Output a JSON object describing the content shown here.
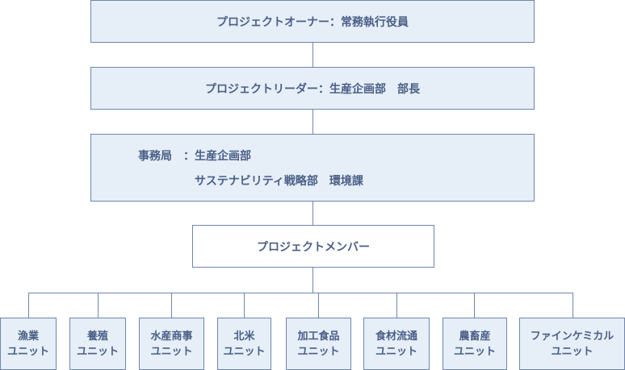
{
  "owner": "プロジェクトオーナー：常務執行役員",
  "leader": "プロジェクトリーダー：生産企画部　部長",
  "secretariat": {
    "line1": "事務局　：生産企画部",
    "line2": "サステナビリティ戦略部　環境課"
  },
  "members": "プロジェクトメンバー",
  "units": [
    {
      "name": "漁業",
      "suffix": "ユニット"
    },
    {
      "name": "養殖",
      "suffix": "ユニット"
    },
    {
      "name": "水産商事",
      "suffix": "ユニット"
    },
    {
      "name": "北米",
      "suffix": "ユニット"
    },
    {
      "name": "加工食品",
      "suffix": "ユニット"
    },
    {
      "name": "食材流通",
      "suffix": "ユニット"
    },
    {
      "name": "農畜産",
      "suffix": "ユニット"
    },
    {
      "name": "ファインケミカル",
      "suffix": "ユニット"
    }
  ]
}
